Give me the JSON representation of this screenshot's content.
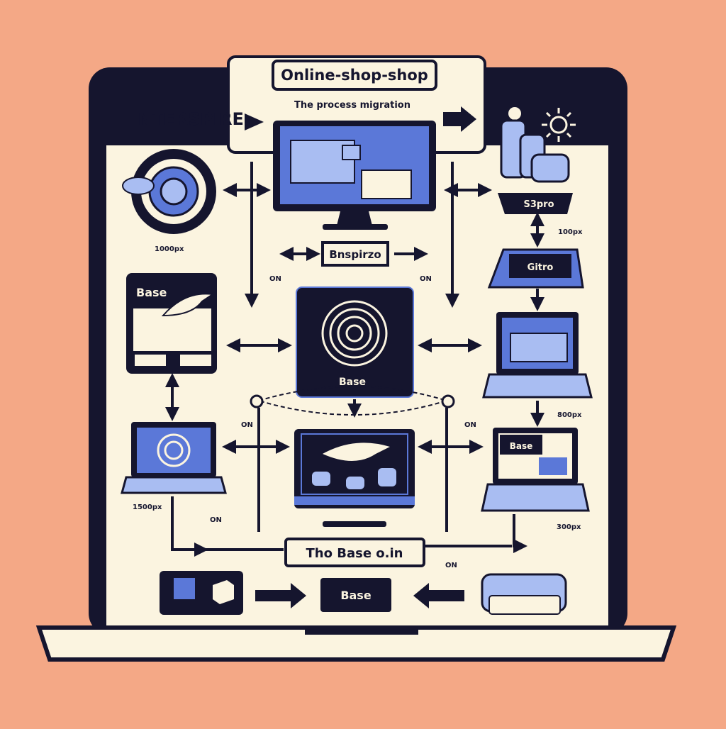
{
  "colors": {
    "background": "#f4a886",
    "navy": "#15152e",
    "cream": "#fbf4e0",
    "blue": "#5b78d8",
    "lightblue": "#a9bdf2"
  },
  "header": {
    "title": "Online-shop-shop",
    "subtitle": "The process migration",
    "brand": "INTERSPIRE"
  },
  "nodes": {
    "center_box": "Base",
    "mid_label": "Bnspirzo",
    "left_card": "Base",
    "top_right_tile": "S3pro",
    "right_tile": "Gitro",
    "right_laptop_label": "Base",
    "bottom_banner": "Tho Base o.in",
    "bottom_center": "Base"
  },
  "annotations": {
    "left_px_1": "1000px",
    "left_px_2": "1500px",
    "right_px_1": "100px",
    "right_px_2": "800px",
    "right_px_3": "300px",
    "on_1": "ON",
    "on_2": "ON",
    "on_3": "ON",
    "on_4": "ON",
    "on_5": "ON",
    "on_6": "ON"
  },
  "icons": [
    "cloud-icon",
    "spiral-icon",
    "bird-icon",
    "database-icon",
    "sun-icon",
    "arrow-icon",
    "box-icon"
  ]
}
